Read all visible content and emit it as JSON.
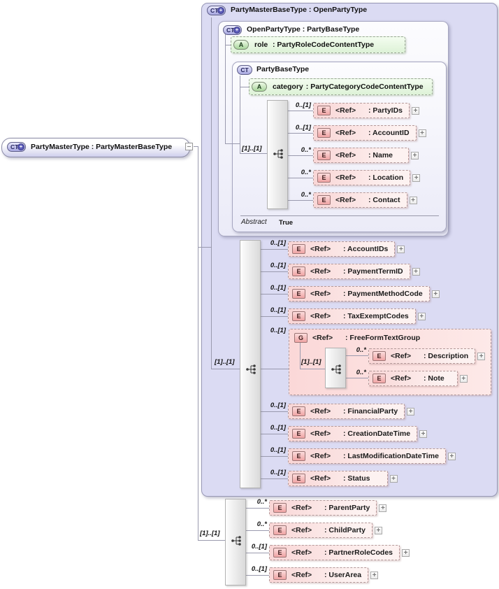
{
  "diagram": {
    "root": {
      "icon": "CT",
      "title": "PartyMasterType : PartyMasterBaseType"
    },
    "master_base": {
      "icon": "CT",
      "title": "PartyMasterBaseType : OpenPartyType"
    },
    "open_party": {
      "icon": "CT",
      "title": "OpenPartyType : PartyBaseType"
    },
    "party_base": {
      "icon": "CT",
      "title": "PartyBaseType",
      "footer": {
        "label": "Abstract",
        "value": "True"
      }
    },
    "attributes": {
      "role": {
        "icon": "A",
        "name": "role",
        "type": ": PartyRoleCodeContentType"
      },
      "category": {
        "icon": "A",
        "name": "category",
        "type": ": PartyCategoryCodeContentType"
      }
    },
    "inner_seq": {
      "cardinality": "[1]..[1]"
    },
    "inner_elements": [
      {
        "cardinality": "0..[1]",
        "icon": "E",
        "ref": "<Ref>",
        "name": ": PartyIDs"
      },
      {
        "cardinality": "0..[1]",
        "icon": "E",
        "ref": "<Ref>",
        "name": ": AccountID"
      },
      {
        "cardinality": "0..*",
        "icon": "E",
        "ref": "<Ref>",
        "name": ": Name"
      },
      {
        "cardinality": "0..*",
        "icon": "E",
        "ref": "<Ref>",
        "name": ": Location"
      },
      {
        "cardinality": "0..*",
        "icon": "E",
        "ref": "<Ref>",
        "name": ": Contact"
      }
    ],
    "outer_seq": {
      "cardinality": "[1]..[1]"
    },
    "outer_elements_top": [
      {
        "cardinality": "0..[1]",
        "icon": "E",
        "ref": "<Ref>",
        "name": ": AccountIDs"
      },
      {
        "cardinality": "0..[1]",
        "icon": "E",
        "ref": "<Ref>",
        "name": ": PaymentTermID"
      },
      {
        "cardinality": "0..[1]",
        "icon": "E",
        "ref": "<Ref>",
        "name": ": PaymentMethodCode"
      },
      {
        "cardinality": "0..[1]",
        "icon": "E",
        "ref": "<Ref>",
        "name": ": TaxExemptCodes"
      }
    ],
    "freeform": {
      "cardinality": "0..[1]",
      "icon": "G",
      "ref": "<Ref>",
      "name": ": FreeFormTextGroup",
      "seq": {
        "cardinality": "[1]..[1]"
      },
      "children": [
        {
          "cardinality": "0..*",
          "icon": "E",
          "ref": "<Ref>",
          "name": ": Description"
        },
        {
          "cardinality": "0..*",
          "icon": "E",
          "ref": "<Ref>",
          "name": ": Note"
        }
      ]
    },
    "outer_elements_bottom": [
      {
        "cardinality": "0..[1]",
        "icon": "E",
        "ref": "<Ref>",
        "name": ": FinancialParty"
      },
      {
        "cardinality": "0..[1]",
        "icon": "E",
        "ref": "<Ref>",
        "name": ": CreationDateTime"
      },
      {
        "cardinality": "0..[1]",
        "icon": "E",
        "ref": "<Ref>",
        "name": ": LastModificationDateTime"
      },
      {
        "cardinality": "0..[1]",
        "icon": "E",
        "ref": "<Ref>",
        "name": ": Status"
      }
    ],
    "bottom_seq": {
      "cardinality": "[1]..[1]"
    },
    "bottom_elements": [
      {
        "cardinality": "0..*",
        "icon": "E",
        "ref": "<Ref>",
        "name": ": ParentParty"
      },
      {
        "cardinality": "0..*",
        "icon": "E",
        "ref": "<Ref>",
        "name": ": ChildParty"
      },
      {
        "cardinality": "0..[1]",
        "icon": "E",
        "ref": "<Ref>",
        "name": ": PartnerRoleCodes"
      },
      {
        "cardinality": "0..[1]",
        "icon": "E",
        "ref": "<Ref>",
        "name": ": UserArea"
      }
    ]
  }
}
